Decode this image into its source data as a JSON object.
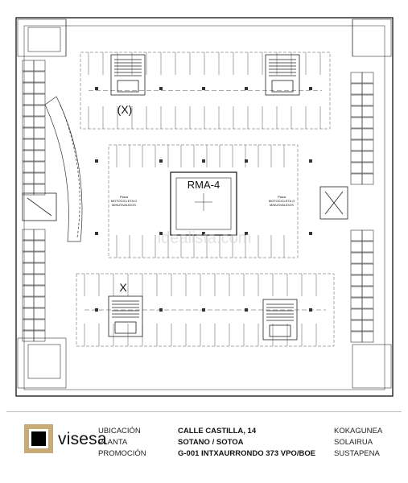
{
  "plan": {
    "level_code": "RMA-4",
    "marker_top": "(X)",
    "marker_bottom": "X",
    "area_labels": [
      {
        "line1": "Plaza",
        "line2": "MOTOCICLETA O",
        "line3": "MINUSVALIDOS"
      },
      {
        "line1": "Plaza",
        "line2": "MOTOCICLETA O",
        "line3": "MINUSVALIDOS"
      }
    ],
    "watermark": "idealista.com"
  },
  "footer": {
    "brand": "visesa",
    "labels": [
      "UBICACIÓN",
      "PLANTA",
      "PROMOCIÓN"
    ],
    "values": [
      "CALLE CASTILLA, 14",
      "SOTANO / SOTOA",
      "G-001 INTXAURRONDO 373 VPO/BOE"
    ],
    "basque": [
      "KOKAGUNEA",
      "SOLAIRUA",
      "SUSTAPENA"
    ],
    "colors": {
      "logo_frame": "#c9ab78",
      "logo_square": "#000000"
    }
  }
}
